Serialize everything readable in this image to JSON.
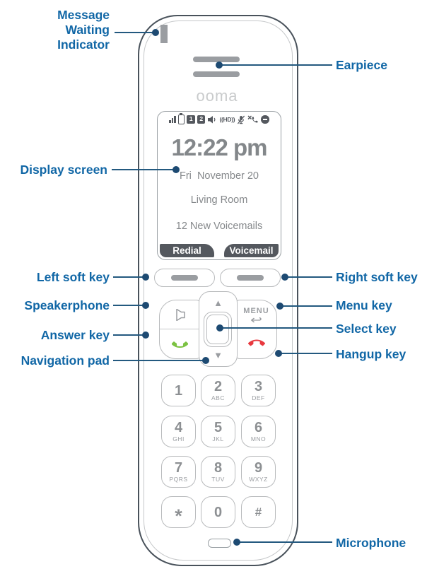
{
  "callouts": {
    "message_waiting": {
      "label": "Message Waiting Indicator"
    },
    "display_screen": {
      "label": "Display screen"
    },
    "left_soft_key": {
      "label": "Left soft key"
    },
    "speakerphone": {
      "label": "Speakerphone"
    },
    "answer_key": {
      "label": "Answer key"
    },
    "navigation_pad": {
      "label": "Navigation pad"
    },
    "earpiece": {
      "label": "Earpiece"
    },
    "right_soft_key": {
      "label": "Right soft key"
    },
    "menu_key": {
      "label": "Menu key"
    },
    "select_key": {
      "label": "Select key"
    },
    "hangup_key": {
      "label": "Hangup key"
    },
    "microphone": {
      "label": "Microphone"
    }
  },
  "phone": {
    "brand": "ooma",
    "status_bar": {
      "line1": "1",
      "line2": "2",
      "hd": "((HD))"
    },
    "display": {
      "time": "12:22 pm",
      "date": "Fri  November 20",
      "location": "Living Room",
      "voicemails": "12 New Voicemails",
      "softkeys": {
        "left": "Redial",
        "right": "Voicemail"
      }
    },
    "menu_key_label": "MENU",
    "keypad": {
      "keys": [
        {
          "digit": "1",
          "letters": ""
        },
        {
          "digit": "2",
          "letters": "ABC"
        },
        {
          "digit": "3",
          "letters": "DEF"
        },
        {
          "digit": "4",
          "letters": "GHI"
        },
        {
          "digit": "5",
          "letters": "JKL"
        },
        {
          "digit": "6",
          "letters": "MNO"
        },
        {
          "digit": "7",
          "letters": "PQRS"
        },
        {
          "digit": "8",
          "letters": "TUV"
        },
        {
          "digit": "9",
          "letters": "WXYZ"
        },
        {
          "digit": "*",
          "letters": ""
        },
        {
          "digit": "0",
          "letters": ""
        },
        {
          "digit": "#",
          "letters": ""
        }
      ]
    }
  },
  "colors": {
    "label_blue": "#1167a6",
    "line_blue": "#23597f",
    "answer_green": "#7cc242",
    "hangup_red": "#e8393f",
    "status_gray": "#54585e",
    "element_gray": "#9a9da1"
  }
}
